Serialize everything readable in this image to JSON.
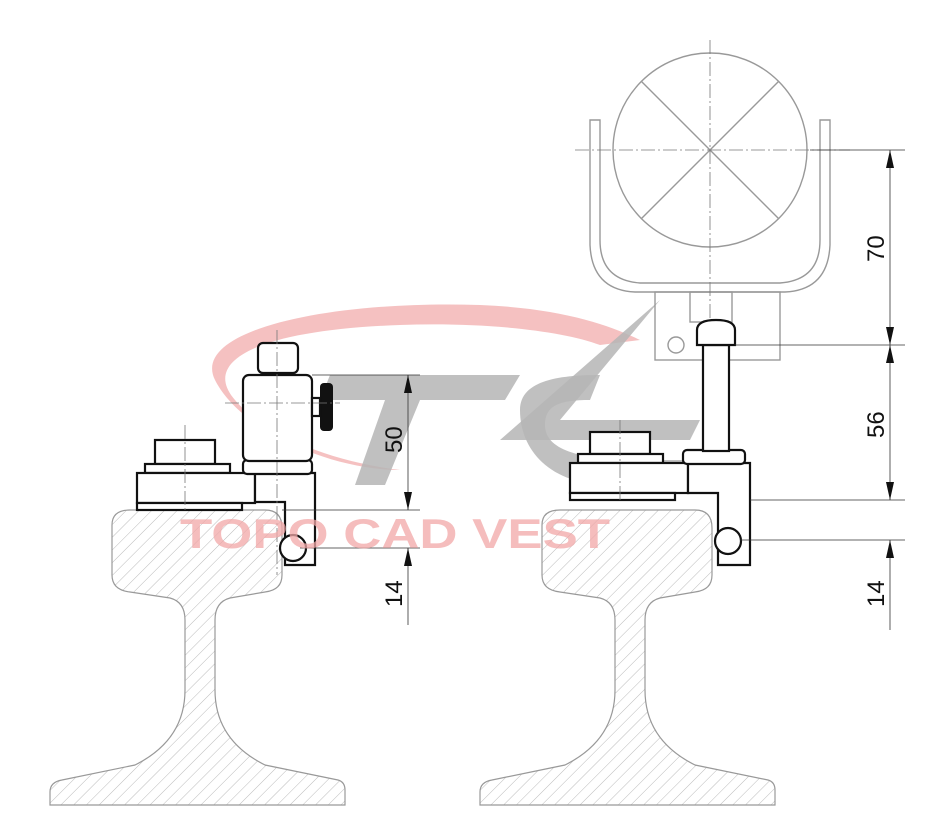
{
  "drawing": {
    "title": "Rail clamp adapters with prism",
    "dimensions_left": {
      "height_label": "50",
      "offset_label": "14"
    },
    "dimensions_right": {
      "prism_label": "70",
      "height_label": "56",
      "offset_label": "14"
    }
  },
  "watermark": {
    "logo_text": "TC",
    "company": "TOPO CAD VEST"
  },
  "colors": {
    "line": "#111111",
    "watermark_red": "#f2a8a8",
    "watermark_gray": "#b5b5b5",
    "prism_gray": "#999999"
  }
}
